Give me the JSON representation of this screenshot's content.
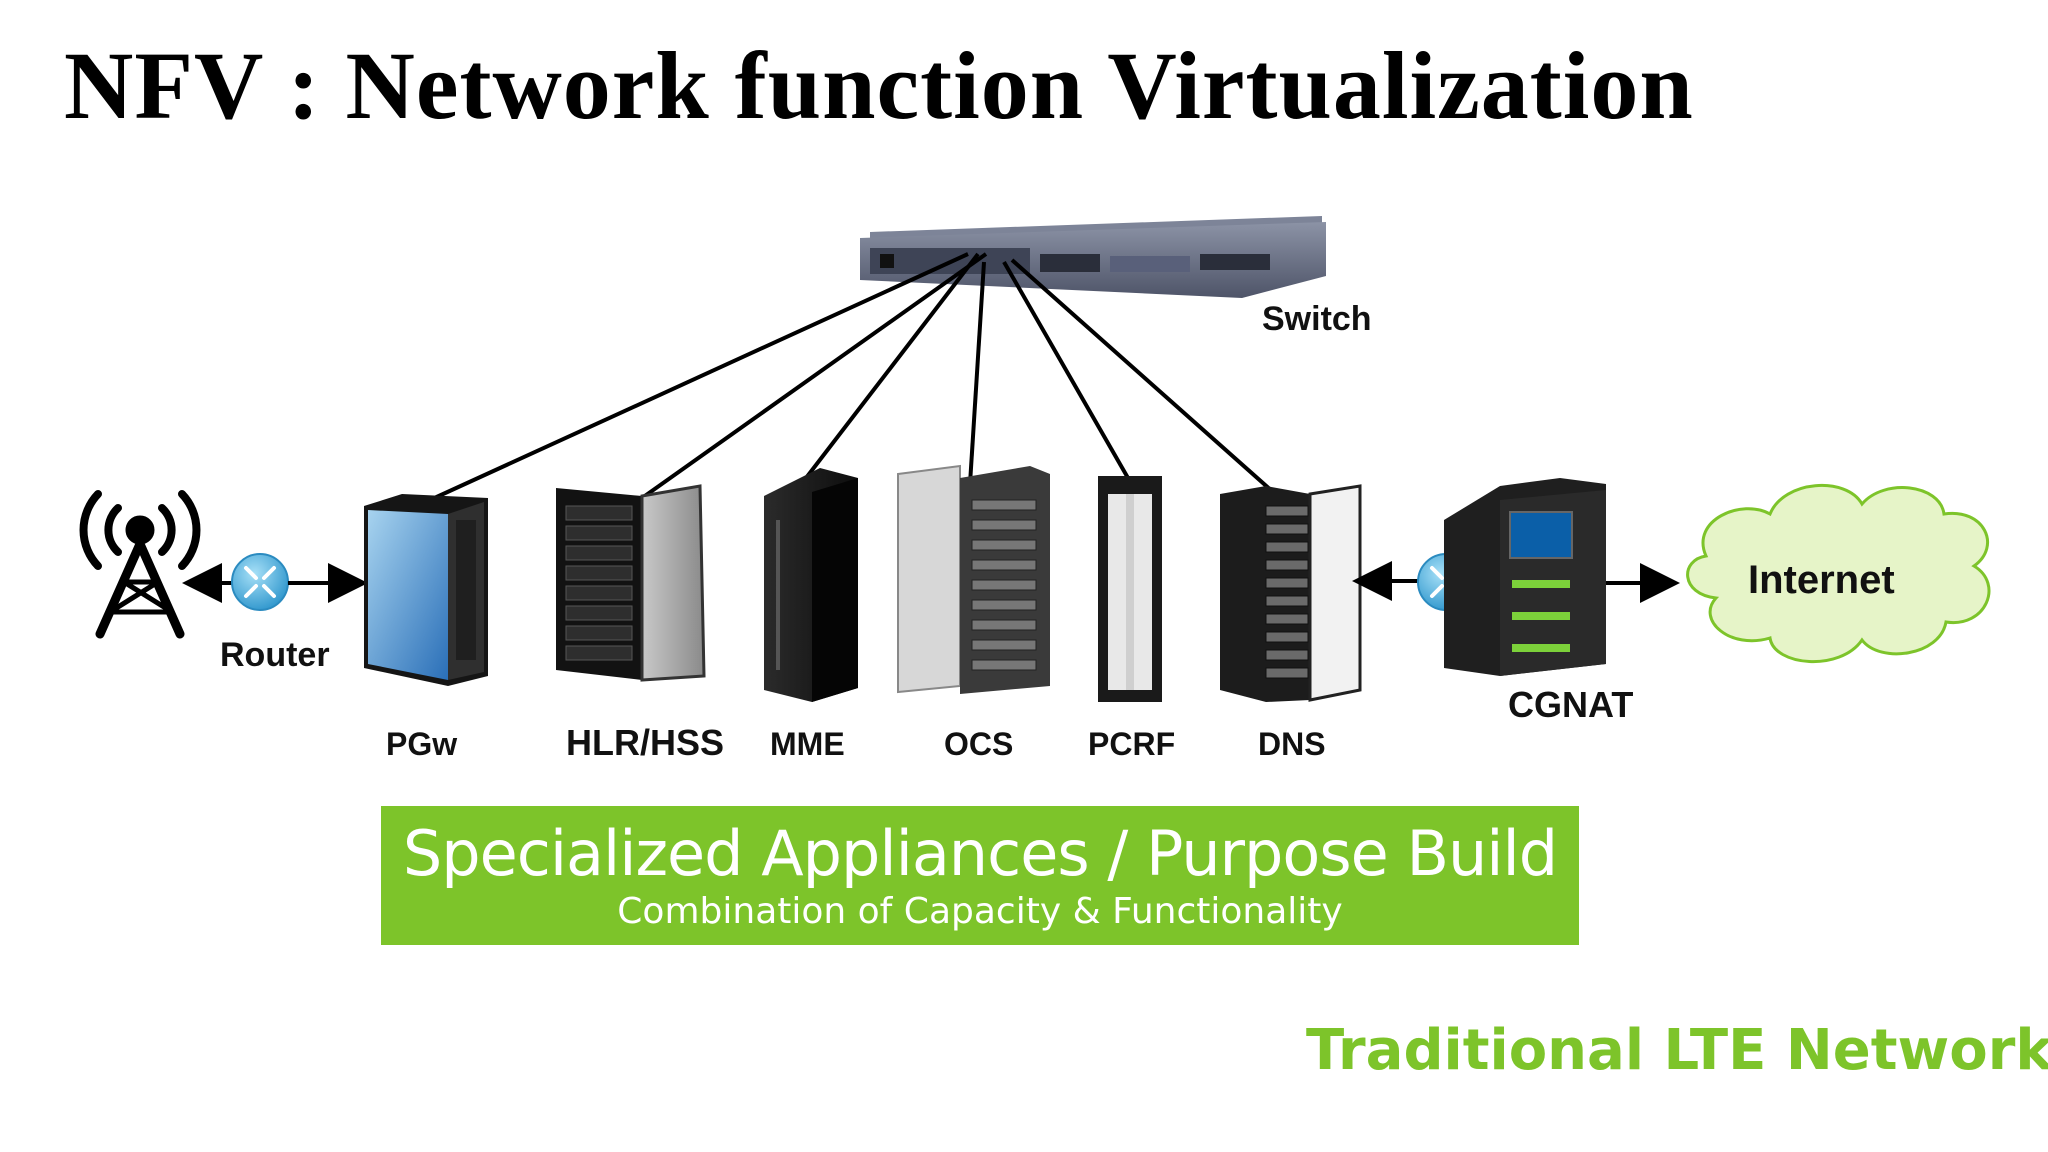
{
  "title": "NFV : Network function Virtualization",
  "labels": {
    "switch": "Switch",
    "router": "Router",
    "pgw": "PGw",
    "hlr": "HLR/HSS",
    "mme": "MME",
    "ocs": "OCS",
    "pcrf": "PCRF",
    "dns": "DNS",
    "cgnat": "CGNAT",
    "internet": "Internet"
  },
  "banner": {
    "main": "Specialized Appliances / Purpose Build",
    "sub": "Combination of Capacity & Functionality"
  },
  "footer": "Traditional LTE Network",
  "colors": {
    "accent_green": "#7dc42a",
    "cloud_fill": "#e6f4c8",
    "cloud_stroke": "#7dc42a",
    "router_blue": "#3aa8d8"
  }
}
